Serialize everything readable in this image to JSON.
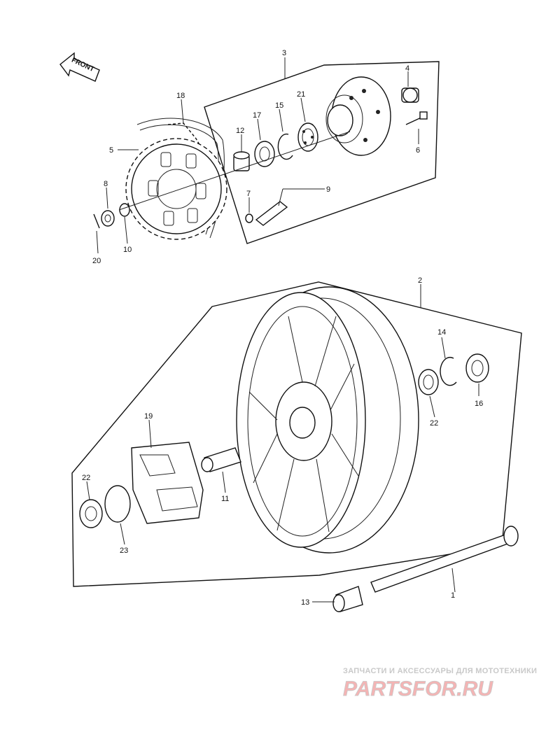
{
  "front_arrow": {
    "label": "FRONT"
  },
  "callouts": [
    {
      "id": "c1",
      "text": "1"
    },
    {
      "id": "c2",
      "text": "2"
    },
    {
      "id": "c3",
      "text": "3"
    },
    {
      "id": "c4",
      "text": "4"
    },
    {
      "id": "c5",
      "text": "5"
    },
    {
      "id": "c6",
      "text": "6"
    },
    {
      "id": "c7",
      "text": "7"
    },
    {
      "id": "c8",
      "text": "8"
    },
    {
      "id": "c9",
      "text": "9"
    },
    {
      "id": "c10",
      "text": "10"
    },
    {
      "id": "c11",
      "text": "11"
    },
    {
      "id": "c12",
      "text": "12"
    },
    {
      "id": "c13",
      "text": "13"
    },
    {
      "id": "c14",
      "text": "14"
    },
    {
      "id": "c15",
      "text": "15"
    },
    {
      "id": "c16",
      "text": "16"
    },
    {
      "id": "c17",
      "text": "17"
    },
    {
      "id": "c18",
      "text": "18"
    },
    {
      "id": "c19",
      "text": "19"
    },
    {
      "id": "c20",
      "text": "20"
    },
    {
      "id": "c21",
      "text": "21"
    },
    {
      "id": "c22a",
      "text": "22"
    },
    {
      "id": "c22b",
      "text": "22"
    },
    {
      "id": "c23",
      "text": "23"
    }
  ],
  "watermark": {
    "tagline": "ЗАПЧАСТИ И АКСЕССУАРЫ ДЛЯ МОТОТЕХНИКИ",
    "logo": "PARTSFOR.RU"
  }
}
